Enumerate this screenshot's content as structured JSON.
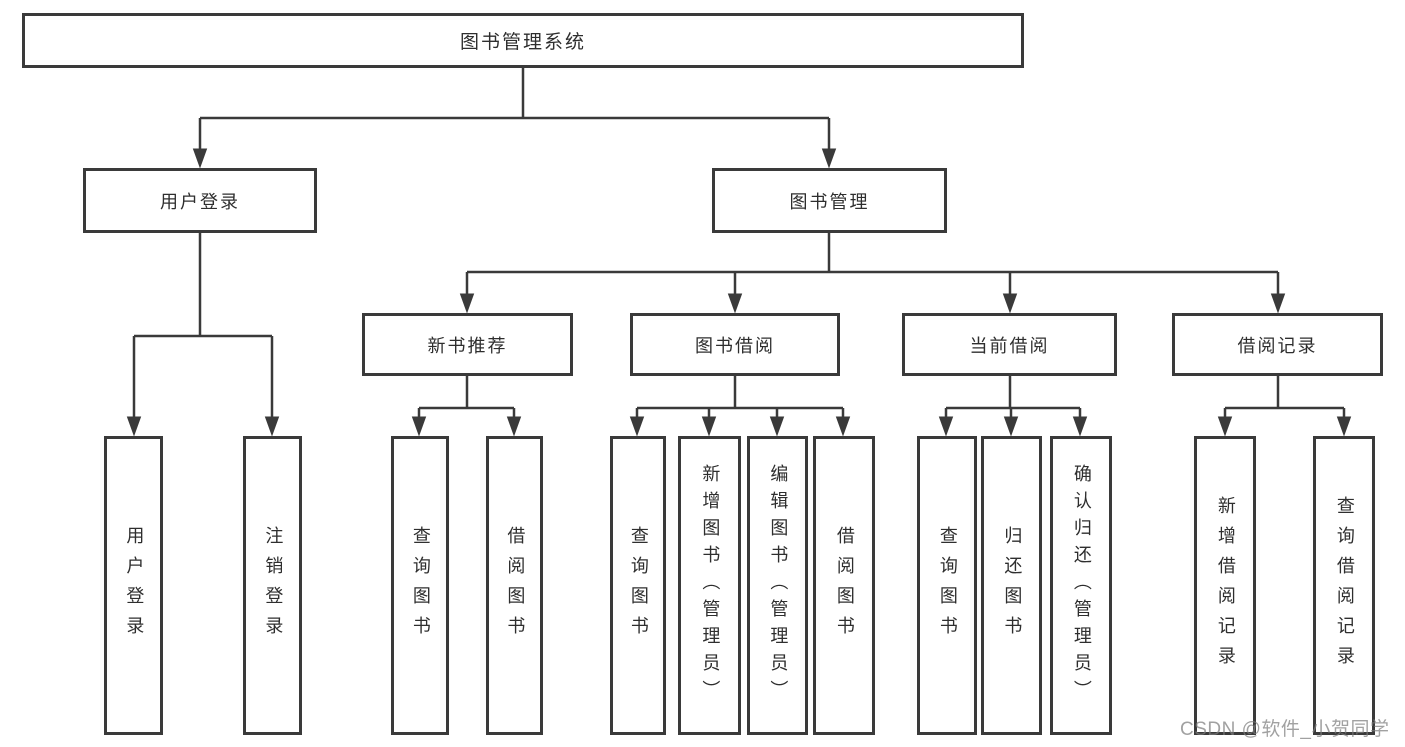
{
  "diagram": {
    "root": {
      "label": "图书管理系统",
      "children": [
        {
          "label": "用户登录",
          "children": [
            {
              "label": "用户登录"
            },
            {
              "label": "注销登录"
            }
          ]
        },
        {
          "label": "图书管理",
          "children": [
            {
              "label": "新书推荐",
              "children": [
                {
                  "label": "查询图书"
                },
                {
                  "label": "借阅图书"
                }
              ]
            },
            {
              "label": "图书借阅",
              "children": [
                {
                  "label": "查询图书"
                },
                {
                  "label": "新增图书（管理员）"
                },
                {
                  "label": "编辑图书（管理员）"
                },
                {
                  "label": "借阅图书"
                }
              ]
            },
            {
              "label": "当前借阅",
              "children": [
                {
                  "label": "查询图书"
                },
                {
                  "label": "归还图书"
                },
                {
                  "label": "确认归还（管理员）"
                }
              ]
            },
            {
              "label": "借阅记录",
              "children": [
                {
                  "label": "新增借阅记录"
                },
                {
                  "label": "查询借阅记录"
                }
              ]
            }
          ]
        }
      ]
    }
  },
  "watermark": "CSDN @软件_小贺同学",
  "colors": {
    "line": "#3a3a3a",
    "text": "#2e2e2e",
    "background": "#ffffff",
    "watermark": "#7d7d7d"
  }
}
